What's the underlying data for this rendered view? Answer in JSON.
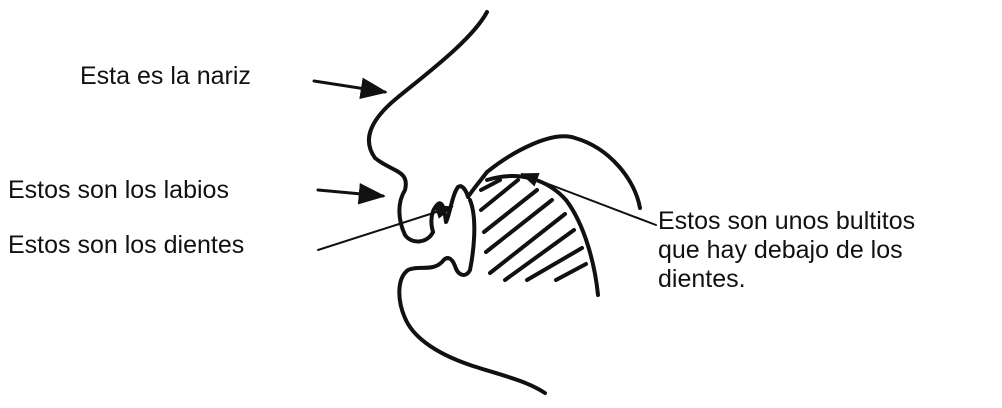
{
  "labels": {
    "nose": "Esta es la nariz",
    "lips": "Estos son los labios",
    "teeth": "Estos son los dientes",
    "ridge_lines": [
      "Estos son unos bultitos",
      "que hay debajo de los",
      "dientes."
    ]
  }
}
